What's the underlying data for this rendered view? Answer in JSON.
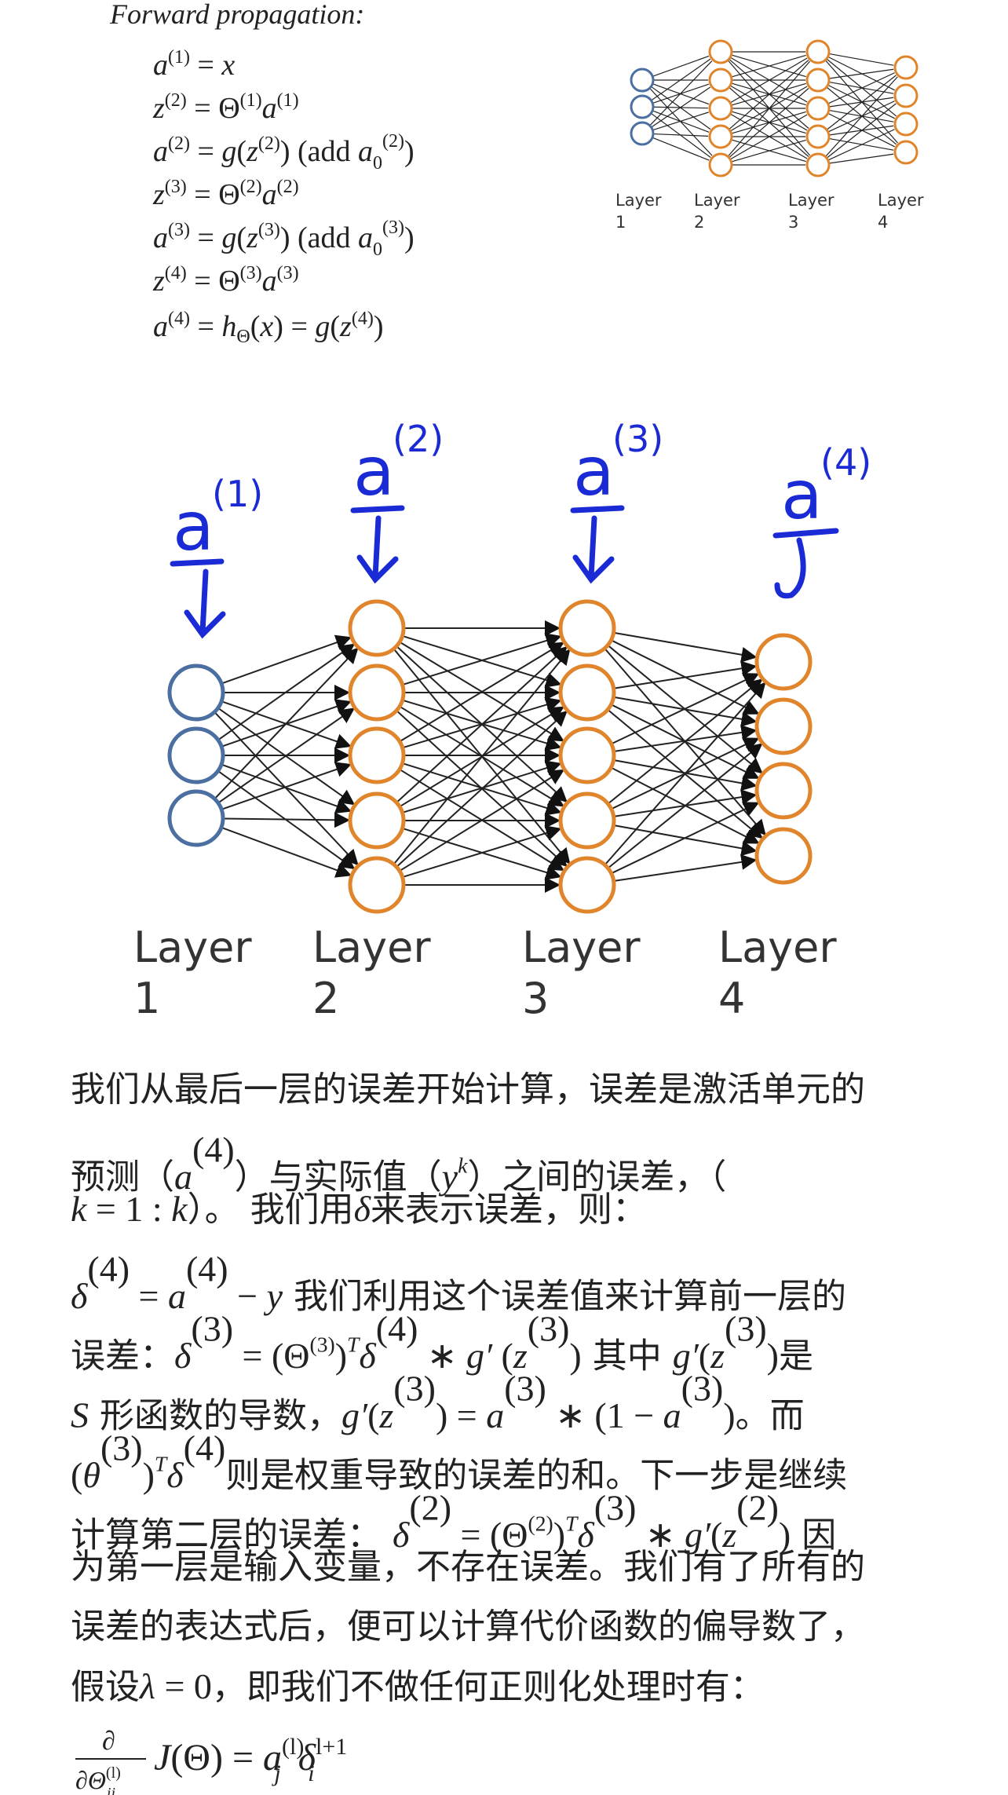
{
  "forward": {
    "title": "Forward propagation:",
    "equations": [
      {
        "lhs": "a",
        "lsup": "(1)",
        "rhs": "= x"
      },
      {
        "lhs": "z",
        "lsup": "(2)",
        "rhs": "= Θ(1)a(1)"
      },
      {
        "lhs": "a",
        "lsup": "(2)",
        "rhs": "= g(z(2))  (add a0(2))"
      },
      {
        "lhs": "z",
        "lsup": "(3)",
        "rhs": "= Θ(2)a(2)"
      },
      {
        "lhs": "a",
        "lsup": "(3)",
        "rhs": "= g(z(3))  (add a0(3))"
      },
      {
        "lhs": "z",
        "lsup": "(4)",
        "rhs": "= Θ(3)a(3)"
      },
      {
        "lhs": "a",
        "lsup": "(4)",
        "rhs": "= hΘ(x) = g(z(4))"
      }
    ]
  },
  "small_network": {
    "layer_word": "Layer",
    "layers": [
      "1",
      "2",
      "3",
      "4"
    ]
  },
  "big_network": {
    "layer_word": "Layer",
    "layers": [
      "1",
      "2",
      "3",
      "4"
    ],
    "annotations": [
      {
        "letter": "a",
        "sup": "(1)"
      },
      {
        "letter": "a",
        "sup": "(2)"
      },
      {
        "letter": "a",
        "sup": "(3)"
      },
      {
        "letter": "a",
        "sup": "(4)"
      }
    ]
  },
  "colors": {
    "input_node": "#4a6fa0",
    "hidden_node": "#e0852b",
    "handwriting": "#1a2bd6",
    "edge": "#222222"
  },
  "article": {
    "l1": "我们从最后一层的误差开始计算，误差是激活单元的",
    "l2a": "预测（",
    "l2b": "）与实际值（",
    "l2c": "）之间的误差，（",
    "l3a": "）。 我们用",
    "l3b": "来表示误差，则：",
    "l4": "我们利用这个误差值来计算前一层的",
    "l5a": "误差：",
    "l5b": "其中",
    "l5c": "是",
    "l6a": "形函数的导数，",
    "l6b": "。而",
    "l7": "则是权重导致的误差的和。下一步是继续",
    "l8": "计算第二层的误差：",
    "l8b": "因",
    "l9": "为第一层是输入变量，不存在误差。我们有了所有的",
    "l10": "误差的表达式后，便可以计算代价函数的偏导数了，",
    "l11a": "假设",
    "l11b": "，即我们不做任何正则化处理时有："
  }
}
